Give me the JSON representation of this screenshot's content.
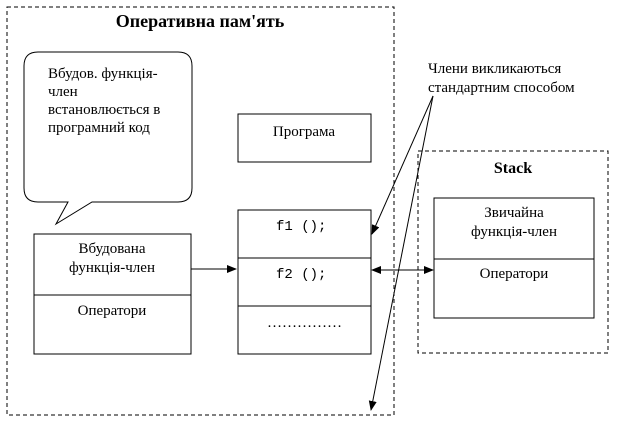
{
  "memory": {
    "title": "Оперативна пам'ять"
  },
  "callout": {
    "lines": [
      "Вбудов. функція-",
      "член",
      "встановлюється в",
      "програмний код"
    ]
  },
  "program_box": {
    "label": "Програма"
  },
  "inline_member_box": {
    "title_lines": [
      "Вбудована",
      "функція-член"
    ],
    "body_label": "Оператори"
  },
  "code_box": {
    "line1": "f1 ();",
    "line2": "f2 ();",
    "dots": "……………"
  },
  "note": {
    "lines": [
      "Члени викликаються",
      "стандартним способом"
    ]
  },
  "stack": {
    "title": "Stack",
    "member_title_lines": [
      "Звичайна",
      "функція-член"
    ],
    "body_label": "Оператори"
  }
}
